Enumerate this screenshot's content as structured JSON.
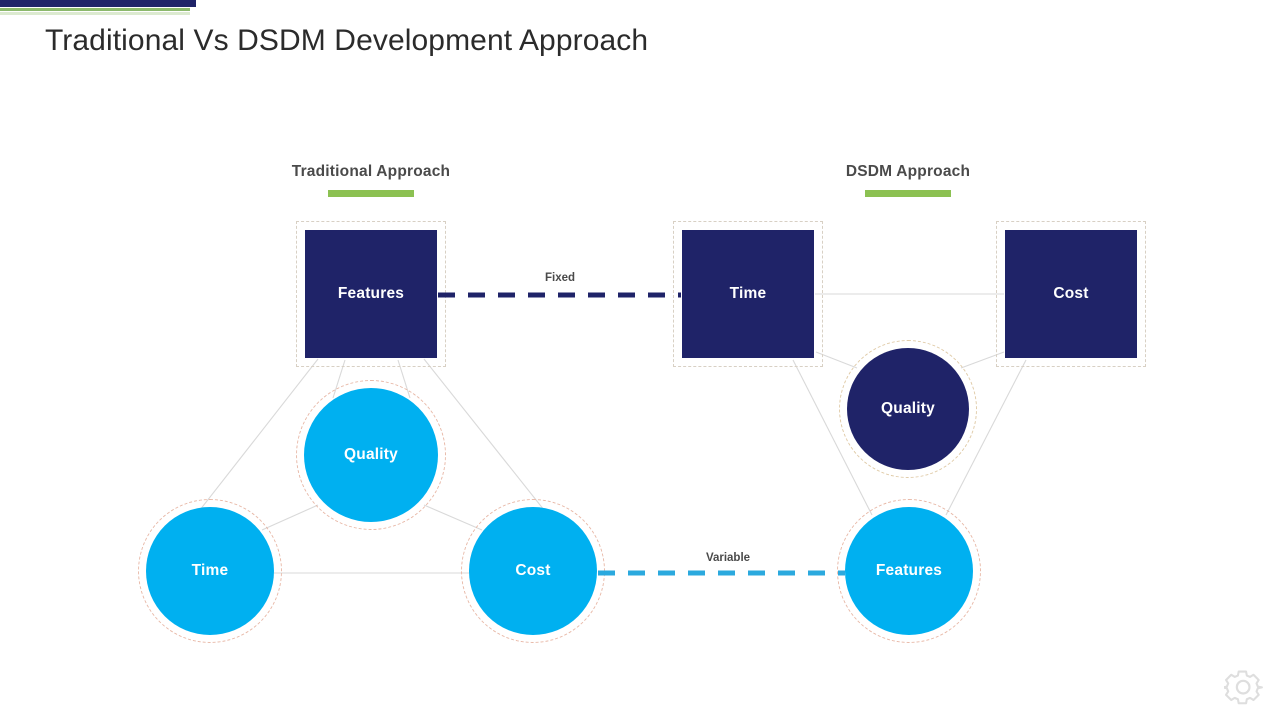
{
  "slide": {
    "title": "Traditional Vs DSDM Development Approach",
    "decoration": {
      "navy_bar_color": "#1F2368",
      "green_rule_color": "#8CB96C",
      "green_rule_light_color": "#DCEAD0"
    },
    "footer_icon": "gear-icon"
  },
  "sections": [
    {
      "key": "traditional",
      "label": "Traditional Approach",
      "rule_color": "#8CC152"
    },
    {
      "key": "dsdm",
      "label": "DSDM Approach",
      "rule_color": "#8CC152"
    }
  ],
  "nodes": {
    "traditional": [
      {
        "key": "features",
        "label": "Features",
        "shape": "square",
        "color": "#1F2368"
      },
      {
        "key": "quality",
        "label": "Quality",
        "shape": "circle",
        "color": "#00B0F0"
      },
      {
        "key": "time",
        "label": "Time",
        "shape": "circle",
        "color": "#00B0F0"
      },
      {
        "key": "cost",
        "label": "Cost",
        "shape": "circle",
        "color": "#00B0F0"
      }
    ],
    "dsdm": [
      {
        "key": "time",
        "label": "Time",
        "shape": "square",
        "color": "#1F2368"
      },
      {
        "key": "cost",
        "label": "Cost",
        "shape": "square",
        "color": "#1F2368"
      },
      {
        "key": "quality",
        "label": "Quality",
        "shape": "circle",
        "color": "#1F2368"
      },
      {
        "key": "features",
        "label": "Features",
        "shape": "circle",
        "color": "#00B0F0"
      }
    ]
  },
  "relations": [
    {
      "key": "fixed",
      "label": "Fixed",
      "from": "traditional.features",
      "to": "dsdm.time",
      "line_style": "dashed",
      "line_color": "#1F2368"
    },
    {
      "key": "variable",
      "label": "Variable",
      "from": "traditional.cost",
      "to": "dsdm.features",
      "line_style": "dashed",
      "line_color": "#2BA9DE"
    }
  ],
  "connector_color": "#D9D9D9"
}
